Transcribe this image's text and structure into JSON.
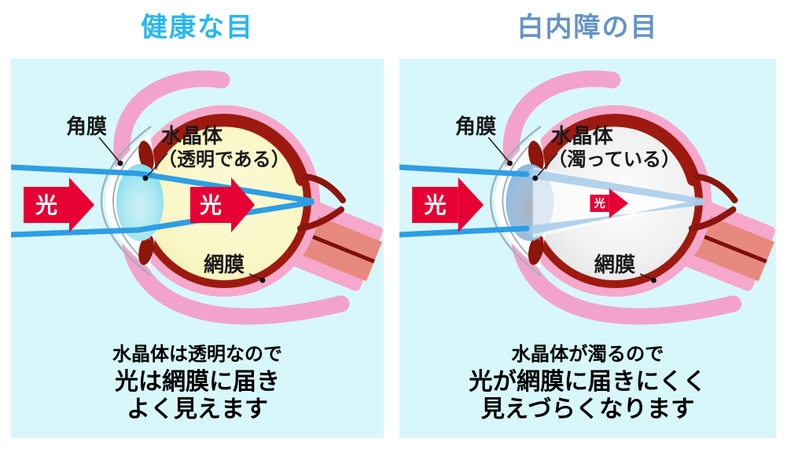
{
  "page": {
    "background": "#ffffff",
    "panel_background": "#D8F7FA"
  },
  "panels": {
    "healthy": {
      "title": "健康な目",
      "title_color": "#29B7F2",
      "labels": {
        "cornea": "角膜",
        "lens_name": "水晶体",
        "lens_state": "（透明である）",
        "retina": "網膜"
      },
      "light_outer": "光",
      "light_inner": "光",
      "caption_line1": "水晶体は透明なので",
      "caption_line2": "光は網膜に届き",
      "caption_line3": "よく見えます"
    },
    "cataract": {
      "title": "白内障の目",
      "title_color": "#6593C8",
      "labels": {
        "cornea": "角膜",
        "lens_name": "水晶体",
        "lens_state": "（濁っている）",
        "retina": "網膜"
      },
      "light_outer": "光",
      "light_inner": "光",
      "caption_line1": "水晶体が濁るので",
      "caption_line2": "光が網膜に届きにくく",
      "caption_line3": "見えづらくなります"
    }
  },
  "colors": {
    "light_arrow_red": "#E60033",
    "light_ray_blue": "#2E9EE4",
    "sclera_pink": "#F5A8CB",
    "eye_muscle_pink": "#F2A3CB",
    "choroid_dark_red": "#9E1A10",
    "iris_dark_red": "#8C150C",
    "healthy_vitreous_yellow": "#FAF6C4",
    "cataract_vitreous_gray": "#EDEDED",
    "healthy_lens_cyan": "#AEE9F2",
    "cataract_lens_gray_blue": "#9FBFD9",
    "optic_nerve_salmon": "#E8897F",
    "optic_nerve_line": "#7A1008",
    "cornea_outline_gray": "#9FB4BC",
    "label_text": "#1A1A1A"
  }
}
